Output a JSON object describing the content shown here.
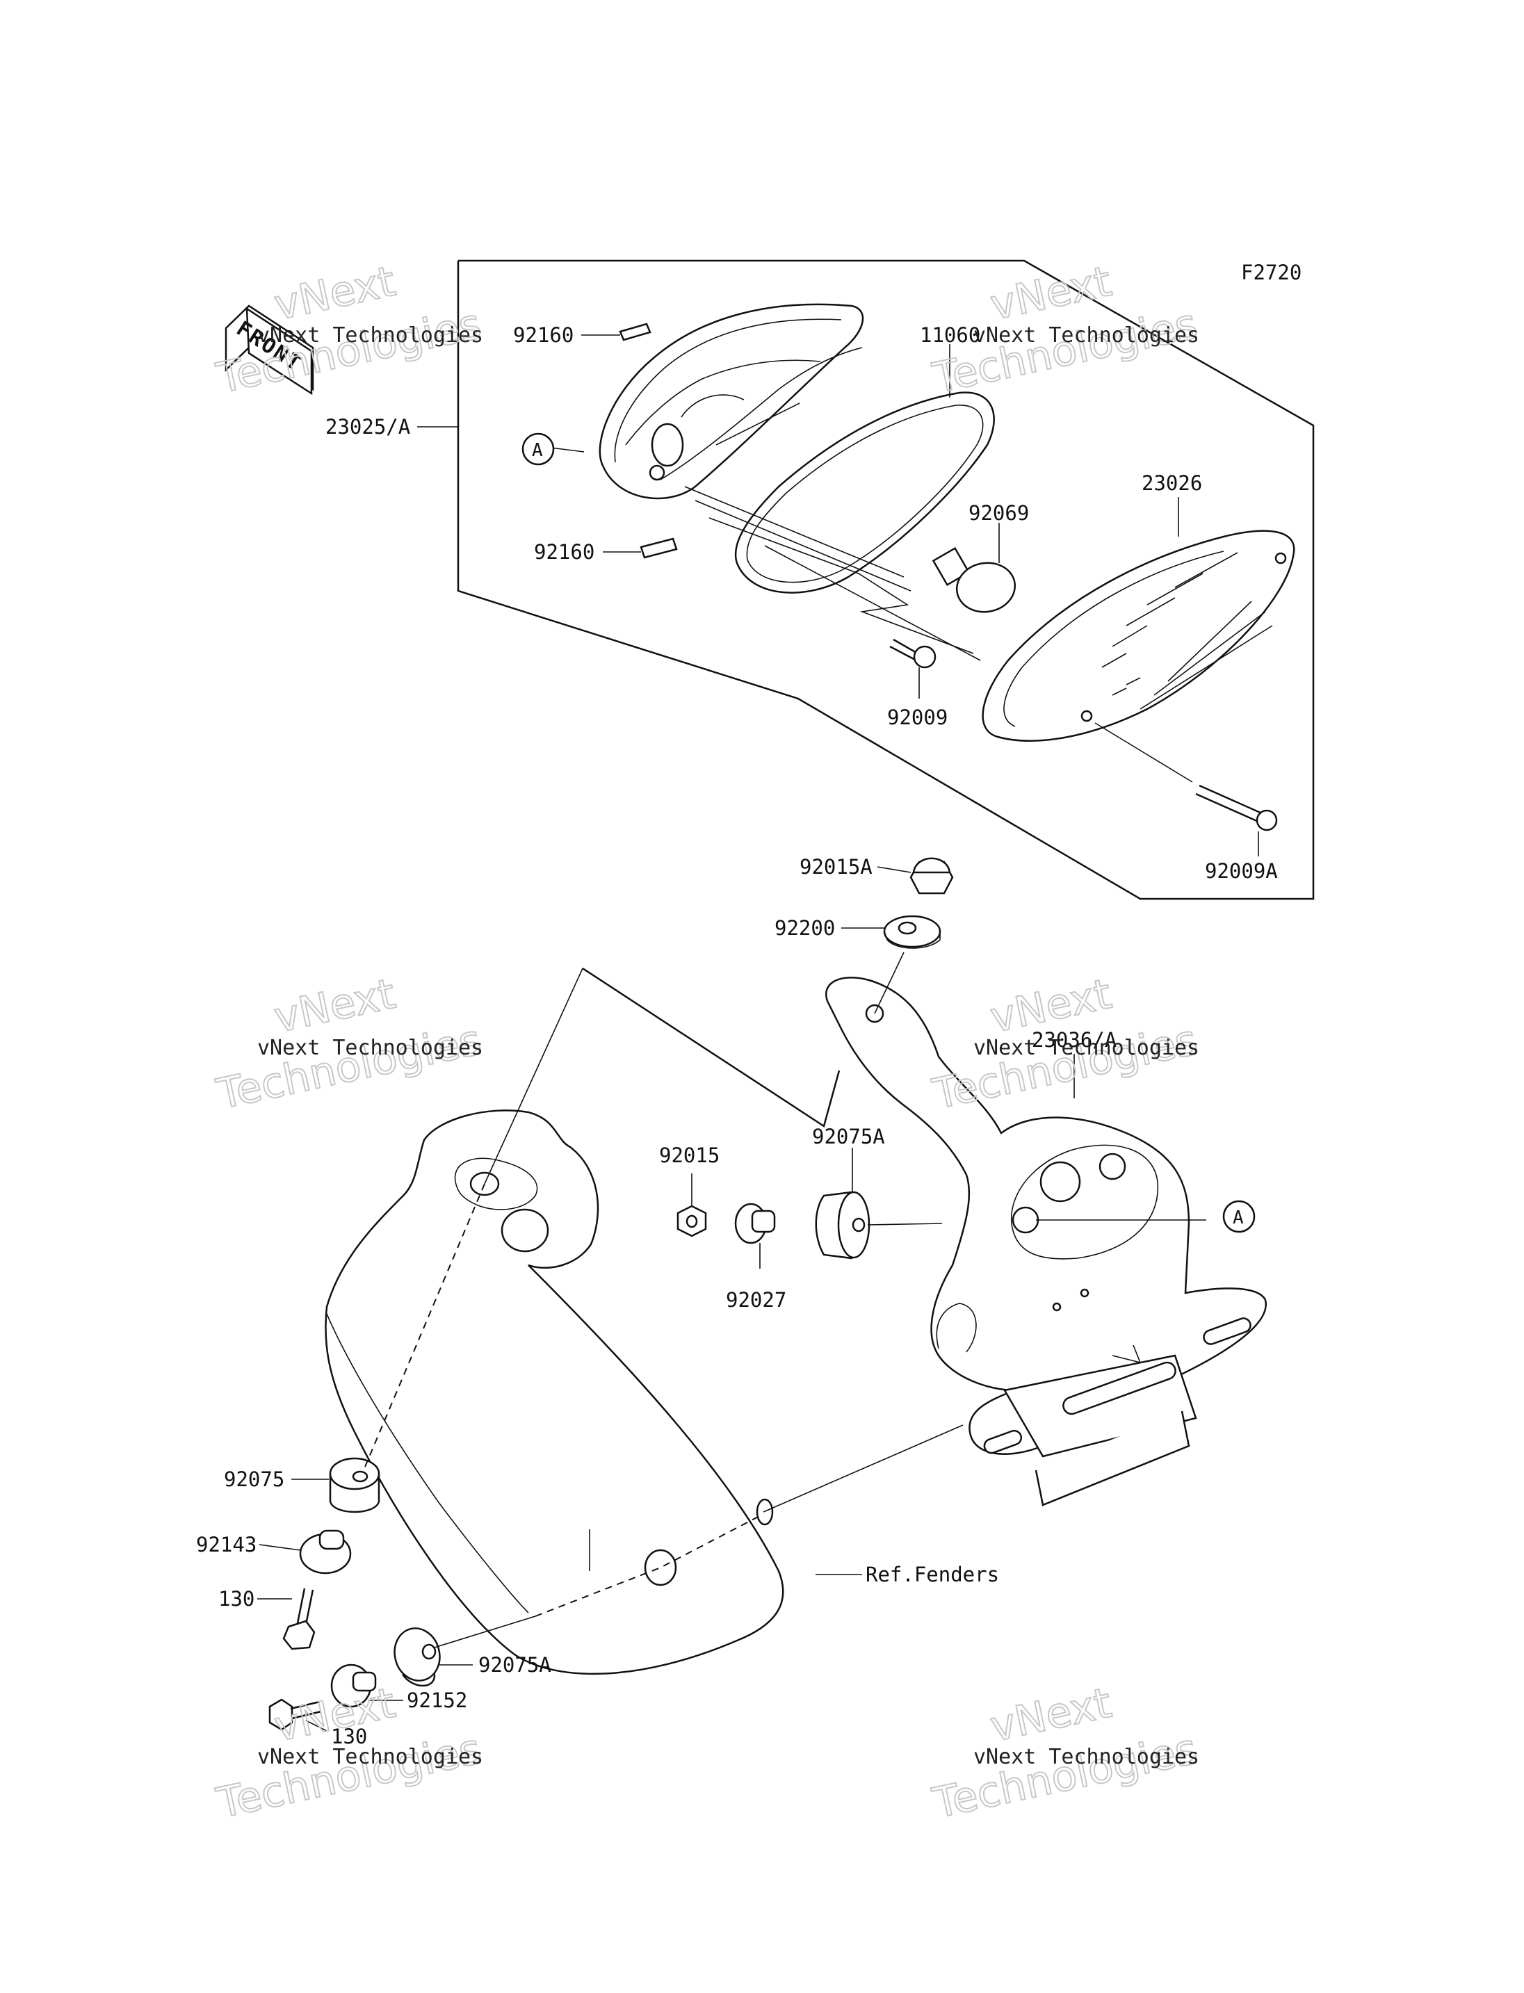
{
  "figure_code": "F2720",
  "front_label": "FRONT",
  "reference_marker": "A",
  "parts": {
    "p92160_top": "92160",
    "p23025A": "23025/A",
    "p92160_bottom": "92160",
    "p11060": "11060",
    "p23026": "23026",
    "p92069": "92069",
    "p92009": "92009",
    "p92009A": "92009A",
    "p92015A": "92015A",
    "p92200": "92200",
    "p23036A": "23036/A",
    "p92015": "92015",
    "p92075A_top": "92075A",
    "p92027": "92027",
    "p92075": "92075",
    "p92143": "92143",
    "p130_top": "130",
    "ref_fenders": "Ref.Fenders",
    "p92075A_bottom": "92075A",
    "p92152": "92152",
    "p130_bottom": "130"
  },
  "watermark": {
    "line1": "vNext Technologies",
    "line2a": "vNext",
    "line2b": "Technologies"
  }
}
